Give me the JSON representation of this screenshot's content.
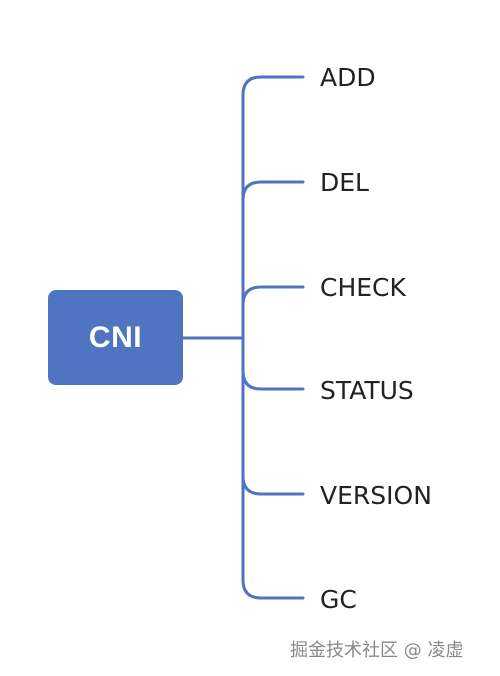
{
  "diagram": {
    "root": {
      "label": "CNI"
    },
    "children": [
      {
        "label": "ADD"
      },
      {
        "label": "DEL"
      },
      {
        "label": "CHECK"
      },
      {
        "label": "STATUS"
      },
      {
        "label": "VERSION"
      },
      {
        "label": "GC"
      }
    ],
    "colors": {
      "root_fill": "#4f74c2",
      "connector": "#4f74c2",
      "leaf_text": "#222222"
    }
  },
  "watermark": {
    "text": "掘金技术社区 @ 凌虚"
  }
}
